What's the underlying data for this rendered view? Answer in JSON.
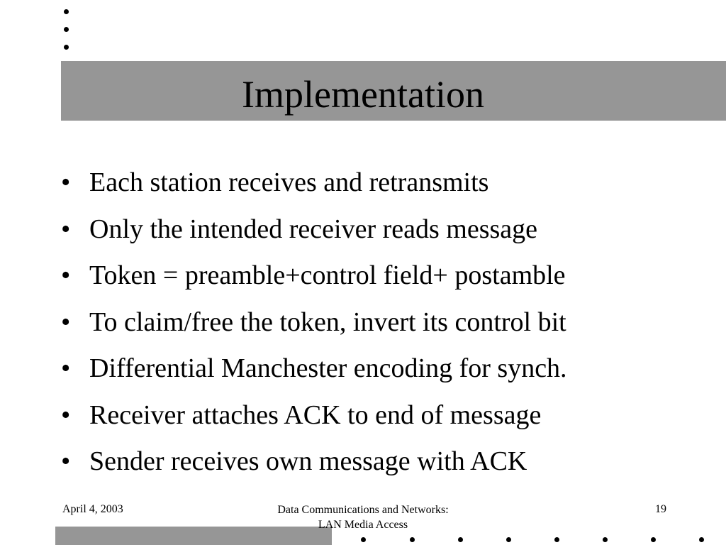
{
  "slide": {
    "title": "Implementation",
    "bullets": [
      "Each station receives and retransmits",
      "Only the intended receiver reads message",
      "Token = preamble+control field+ postamble",
      "To claim/free the token, invert its control bit",
      "Differential Manchester encoding for synch.",
      "Receiver attaches ACK to end of message",
      "Sender receives own message with ACK"
    ],
    "bullet_glyph": "•"
  },
  "footer": {
    "date": "April 4, 2003",
    "course_line1": "Data Communications and Networks:",
    "course_line2": "LAN Media Access",
    "page_number": "19"
  },
  "colors": {
    "bar": "#969696",
    "text": "#000000",
    "background": "#ffffff"
  }
}
